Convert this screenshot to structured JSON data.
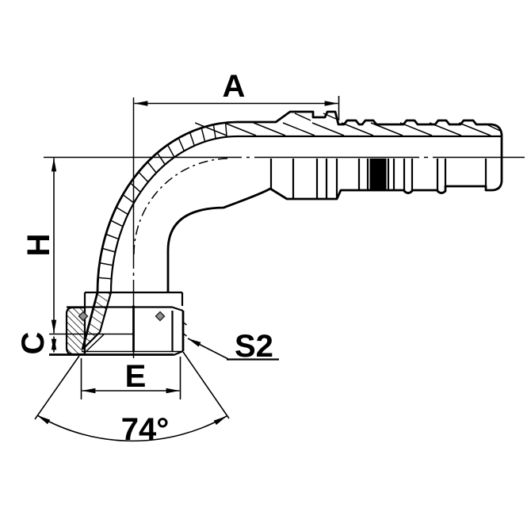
{
  "meta": {
    "type": "technical-drawing",
    "subject": "90-degree elbow hydraulic hose fitting, half-section view with JIC 74-degree cone swivel nut and hose-tail",
    "background": "#ffffff",
    "ink": "#000000",
    "section_dot_fill": "#909090"
  },
  "dimensions": {
    "a_label": "A",
    "h_label": "H",
    "c_label": "C",
    "e_label": "E",
    "s2_label": "S2",
    "cone_angle_label": "74°"
  }
}
